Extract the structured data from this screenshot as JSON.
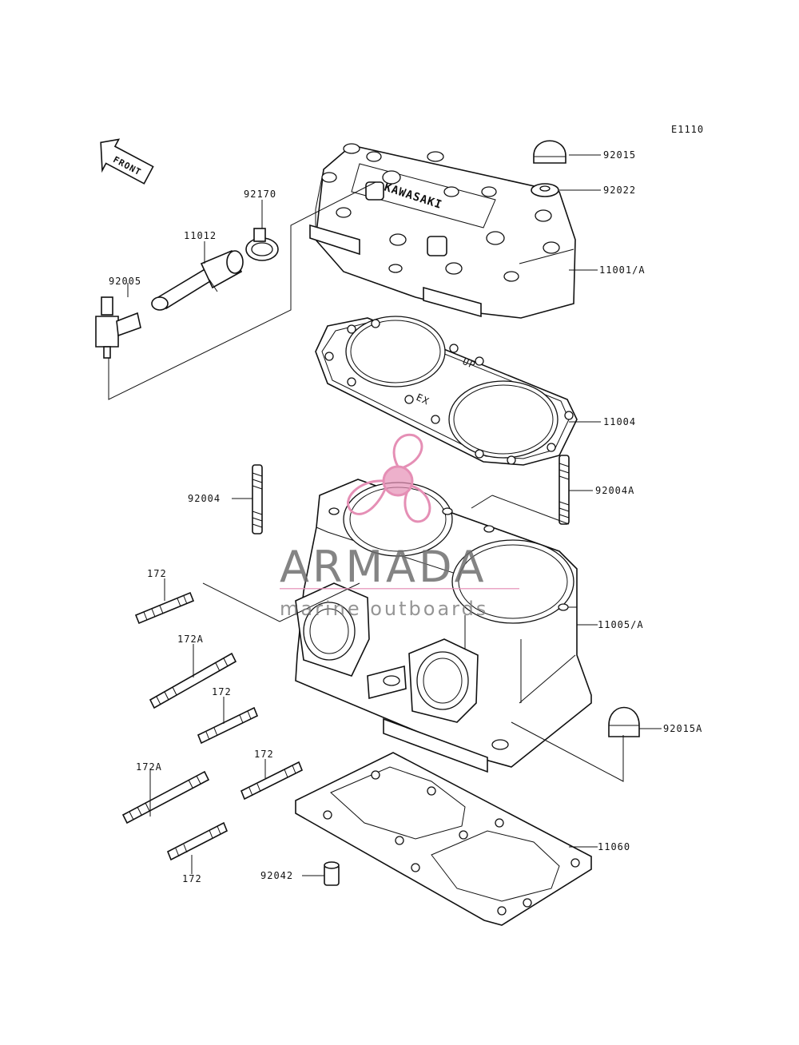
{
  "diagram": {
    "code": "E1110",
    "front_label": "FRONT",
    "head_cast_text": "KAWASAKI",
    "gasket_marks": {
      "up": "UP",
      "ex": "EX"
    }
  },
  "parts": [
    {
      "id": "92015",
      "label": "92015"
    },
    {
      "id": "92022",
      "label": "92022"
    },
    {
      "id": "92170",
      "label": "92170"
    },
    {
      "id": "11012",
      "label": "11012"
    },
    {
      "id": "92005",
      "label": "92005"
    },
    {
      "id": "11001a",
      "label": "11001/A"
    },
    {
      "id": "11004",
      "label": "11004"
    },
    {
      "id": "92004",
      "label": "92004"
    },
    {
      "id": "92004a",
      "label": "92004A"
    },
    {
      "id": "172-1",
      "label": "172"
    },
    {
      "id": "172a-1",
      "label": "172A"
    },
    {
      "id": "172-2",
      "label": "172"
    },
    {
      "id": "11005a",
      "label": "11005/A"
    },
    {
      "id": "92015a",
      "label": "92015A"
    },
    {
      "id": "172a-2",
      "label": "172A"
    },
    {
      "id": "172-3",
      "label": "172"
    },
    {
      "id": "11060",
      "label": "11060"
    },
    {
      "id": "172-4",
      "label": "172"
    },
    {
      "id": "92042",
      "label": "92042"
    }
  ],
  "watermark": {
    "name": "ARMADA",
    "tagline": "marine outboards",
    "logo_color": "#e58fb5",
    "text_color": "#6e6e6e"
  }
}
